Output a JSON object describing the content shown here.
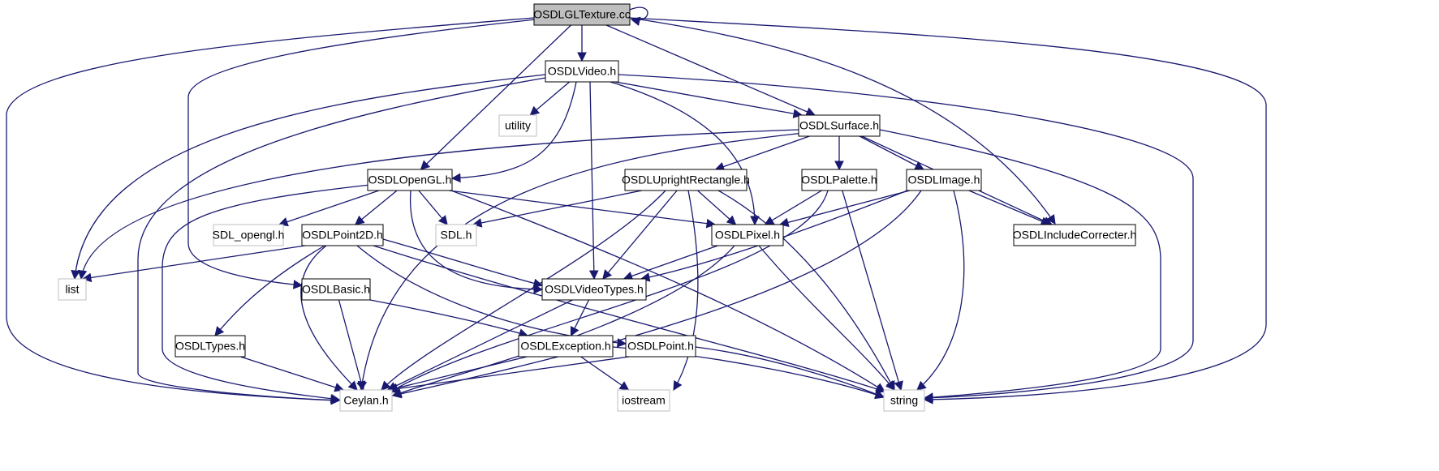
{
  "diagram": {
    "root_node": "OSDLGLTexture.cc",
    "colors": {
      "edge": "#191970",
      "root_fill": "#bfbfbf",
      "node_border": "#000000",
      "external_border": "#bfbfbf",
      "background": "#ffffff"
    },
    "nodes": [
      {
        "id": "texture",
        "label": "OSDLGLTexture.cc",
        "kind": "current"
      },
      {
        "id": "video",
        "label": "OSDLVideo.h",
        "kind": "internal"
      },
      {
        "id": "utility",
        "label": "utility",
        "kind": "external"
      },
      {
        "id": "surface",
        "label": "OSDLSurface.h",
        "kind": "internal"
      },
      {
        "id": "opengl",
        "label": "OSDLOpenGL.h",
        "kind": "internal"
      },
      {
        "id": "uprect",
        "label": "OSDLUprightRectangle.h",
        "kind": "internal"
      },
      {
        "id": "palette",
        "label": "OSDLPalette.h",
        "kind": "internal"
      },
      {
        "id": "image",
        "label": "OSDLImage.h",
        "kind": "internal"
      },
      {
        "id": "sdlopengl",
        "label": "SDL_opengl.h",
        "kind": "external"
      },
      {
        "id": "point2d",
        "label": "OSDLPoint2D.h",
        "kind": "internal"
      },
      {
        "id": "sdlh",
        "label": "SDL.h",
        "kind": "external"
      },
      {
        "id": "pixel",
        "label": "OSDLPixel.h",
        "kind": "internal"
      },
      {
        "id": "corrector",
        "label": "OSDLIncludeCorrecter.h",
        "kind": "internal"
      },
      {
        "id": "list",
        "label": "list",
        "kind": "external"
      },
      {
        "id": "basic",
        "label": "OSDLBasic.h",
        "kind": "internal"
      },
      {
        "id": "videotypes",
        "label": "OSDLVideoTypes.h",
        "kind": "internal"
      },
      {
        "id": "types",
        "label": "OSDLTypes.h",
        "kind": "internal"
      },
      {
        "id": "exception",
        "label": "OSDLException.h",
        "kind": "internal"
      },
      {
        "id": "point",
        "label": "OSDLPoint.h",
        "kind": "internal"
      },
      {
        "id": "ceylan",
        "label": "Ceylan.h",
        "kind": "external"
      },
      {
        "id": "iostream",
        "label": "iostream",
        "kind": "external"
      },
      {
        "id": "string",
        "label": "string",
        "kind": "external"
      }
    ],
    "edges": [
      [
        "texture",
        "texture"
      ],
      [
        "texture",
        "video"
      ],
      [
        "texture",
        "opengl"
      ],
      [
        "texture",
        "surface"
      ],
      [
        "texture",
        "corrector"
      ],
      [
        "texture",
        "basic"
      ],
      [
        "texture",
        "ceylan"
      ],
      [
        "texture",
        "string"
      ],
      [
        "video",
        "utility"
      ],
      [
        "video",
        "surface"
      ],
      [
        "video",
        "opengl"
      ],
      [
        "video",
        "list"
      ],
      [
        "video",
        "ceylan"
      ],
      [
        "video",
        "videotypes"
      ],
      [
        "video",
        "pixel"
      ],
      [
        "video",
        "string"
      ],
      [
        "surface",
        "uprect"
      ],
      [
        "surface",
        "palette"
      ],
      [
        "surface",
        "image"
      ],
      [
        "surface",
        "corrector"
      ],
      [
        "surface",
        "list"
      ],
      [
        "surface",
        "ceylan"
      ],
      [
        "surface",
        "string"
      ],
      [
        "opengl",
        "sdlopengl"
      ],
      [
        "opengl",
        "point2d"
      ],
      [
        "opengl",
        "sdlh"
      ],
      [
        "opengl",
        "pixel"
      ],
      [
        "opengl",
        "videotypes"
      ],
      [
        "opengl",
        "ceylan"
      ],
      [
        "opengl",
        "string"
      ],
      [
        "uprect",
        "sdlh"
      ],
      [
        "uprect",
        "pixel"
      ],
      [
        "uprect",
        "videotypes"
      ],
      [
        "uprect",
        "ceylan"
      ],
      [
        "uprect",
        "iostream"
      ],
      [
        "uprect",
        "string"
      ],
      [
        "palette",
        "pixel"
      ],
      [
        "palette",
        "ceylan"
      ],
      [
        "palette",
        "string"
      ],
      [
        "image",
        "pixel"
      ],
      [
        "image",
        "corrector"
      ],
      [
        "image",
        "videotypes"
      ],
      [
        "image",
        "ceylan"
      ],
      [
        "image",
        "string"
      ],
      [
        "point2d",
        "list"
      ],
      [
        "point2d",
        "videotypes"
      ],
      [
        "point2d",
        "types"
      ],
      [
        "point2d",
        "ceylan"
      ],
      [
        "point2d",
        "point"
      ],
      [
        "point2d",
        "string"
      ],
      [
        "pixel",
        "videotypes"
      ],
      [
        "pixel",
        "ceylan"
      ],
      [
        "pixel",
        "string"
      ],
      [
        "basic",
        "ceylan"
      ],
      [
        "basic",
        "exception"
      ],
      [
        "videotypes",
        "exception"
      ],
      [
        "videotypes",
        "ceylan"
      ],
      [
        "types",
        "ceylan"
      ],
      [
        "exception",
        "ceylan"
      ],
      [
        "exception",
        "iostream"
      ],
      [
        "exception",
        "string"
      ],
      [
        "point",
        "ceylan"
      ],
      [
        "point",
        "string"
      ]
    ]
  }
}
